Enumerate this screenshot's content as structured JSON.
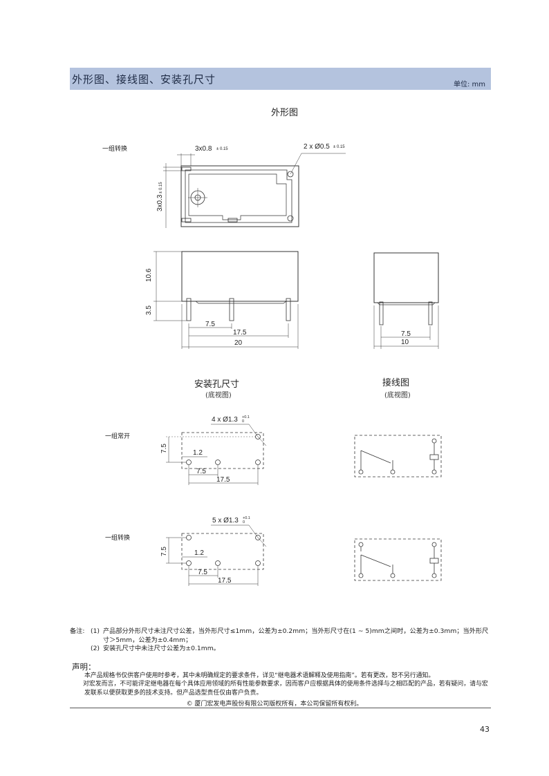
{
  "header": {
    "title": "外形图、接线图、安装孔尺寸",
    "unit": "单位: mm"
  },
  "outline": {
    "title": "外形图",
    "variant_label": "一组转换",
    "dims": {
      "pin_width": "3x0.8",
      "pin_width_tol": "± 0.15",
      "hole_dia": "2 x Ø0.5",
      "hole_dia_tol": "± 0.15",
      "pin_thick": "3x0.3",
      "pin_thick_tol": "± 0.15",
      "height": "10.6",
      "pin_len": "3.5",
      "p1": "7.5",
      "p2": "17.5",
      "length": "20",
      "side_pitch": "7.5",
      "width": "10"
    }
  },
  "mounting": {
    "title": "安装孔尺寸",
    "subtitle": "(底视图)",
    "no": {
      "label": "一组常开",
      "holes": "4 x Ø1.3",
      "tol_top": "+0.1",
      "tol_bot": "0",
      "d1": "7.5",
      "d2": "1.2",
      "d3": "7.5",
      "d4": "17.5"
    },
    "co": {
      "label": "一组转换",
      "holes": "5 x Ø1.3",
      "tol_top": "+0.1",
      "tol_bot": "0",
      "d1": "7.5",
      "d2": "1.2",
      "d3": "7.5",
      "d4": "17.5"
    }
  },
  "wiring": {
    "title": "接线图",
    "subtitle": "(底视图)"
  },
  "notes": {
    "label": "备注:",
    "n1": "(1)",
    "t1": "产品部分外形尺寸未注尺寸公差，当外形尺寸≤1mm，公差为±0.2mm；当外形尺寸在(1 ~ 5)mm之间时，公差为±0.3mm；当外形尺寸＞5mm，公差为±0.4mm；",
    "n2": "(2)",
    "t2": "安装孔尺寸中未注尺寸公差为±0.1mm。"
  },
  "declaration": {
    "title": "声明：",
    "p1": "本产品规格书仅供客户使用时参考，其中未明确规定的要求条件，详见“继电器术语解释及使用指南”。若有更改，恕不另行通知。",
    "p2": "对宏发而言，不可能评定继电器在每个具体应用领域的所有性能参数要求，因而客户应根据具体的使用条件选择与之相匹配的产品，若有疑问，请与宏发联系以便获取更多的技术支持。但产品选型责任仅由客户负责。"
  },
  "copyright": "©  厦门宏发电声股份有限公司版权所有，本公司保留所有权利。",
  "page_number": "43"
}
